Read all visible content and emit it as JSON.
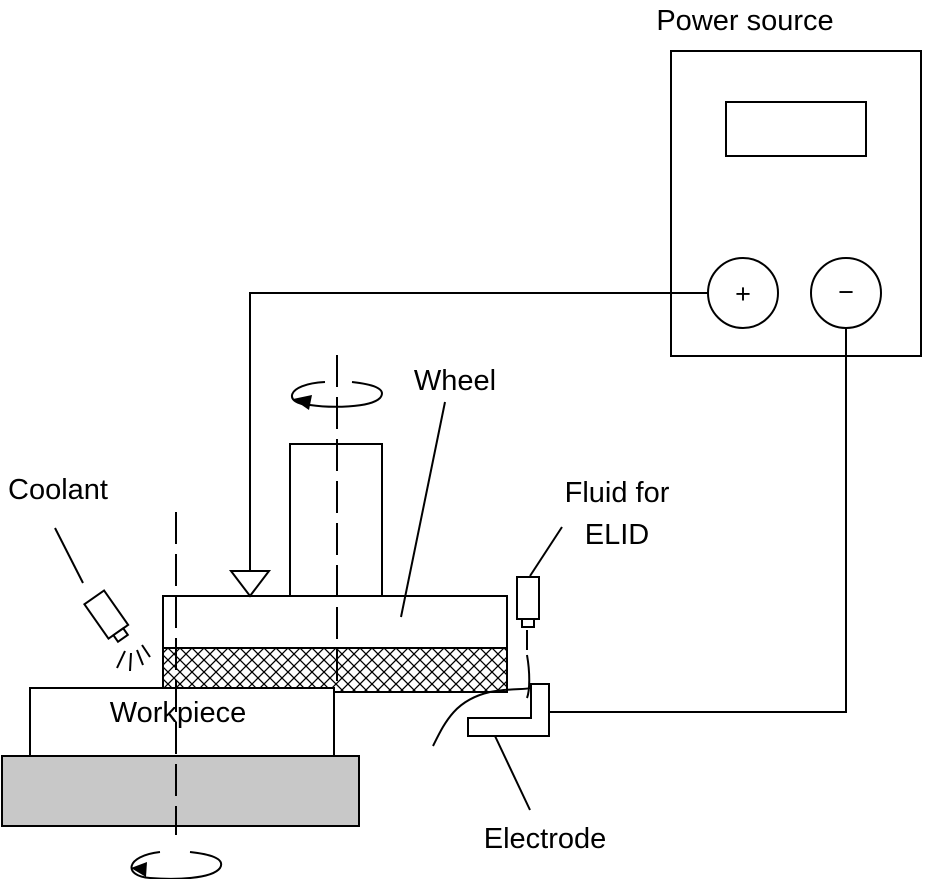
{
  "labels": {
    "power_source": "Power source",
    "plus_terminal": "+",
    "minus_terminal": "−",
    "wheel": "Wheel",
    "coolant": "Coolant",
    "fluid_line1": "Fluid for",
    "fluid_line2": "ELID",
    "workpiece": "Workpiece",
    "electrode": "Electrode"
  },
  "colors": {
    "line": "#000000",
    "table_fill": "#c8c8c8",
    "background": "#ffffff"
  }
}
